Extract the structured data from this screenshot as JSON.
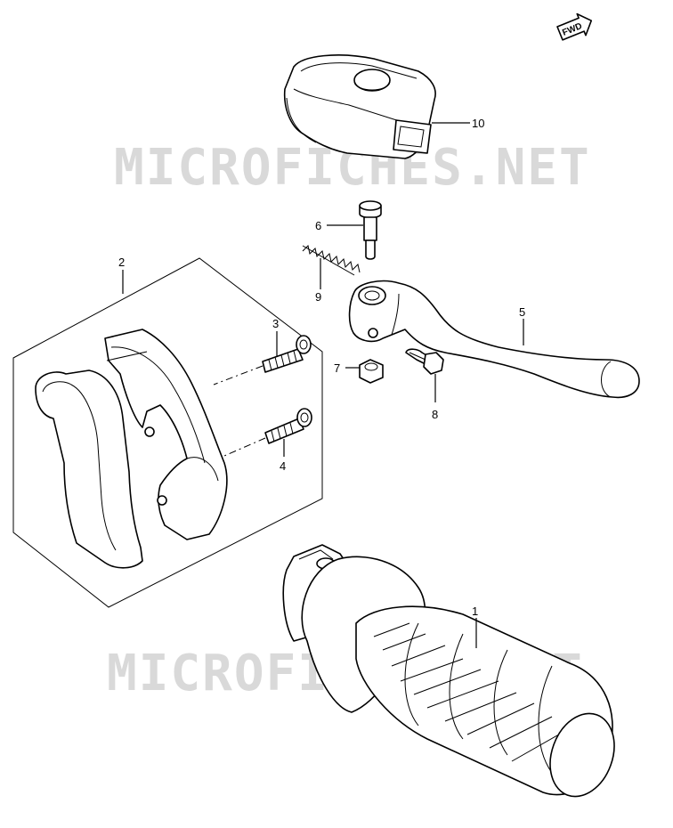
{
  "watermark": {
    "text_top": "MICROFICHES.NET",
    "text_bottom": "MICROFICHES.NET"
  },
  "fwd_badge": {
    "text": "FWD",
    "icon": "fwd-arrow-icon"
  },
  "callouts": [
    {
      "id": "1",
      "label": "1"
    },
    {
      "id": "2",
      "label": "2"
    },
    {
      "id": "3",
      "label": "3"
    },
    {
      "id": "4",
      "label": "4"
    },
    {
      "id": "5",
      "label": "5"
    },
    {
      "id": "6",
      "label": "6"
    },
    {
      "id": "7",
      "label": "7"
    },
    {
      "id": "8",
      "label": "8"
    },
    {
      "id": "9",
      "label": "9"
    },
    {
      "id": "10",
      "label": "10"
    }
  ]
}
